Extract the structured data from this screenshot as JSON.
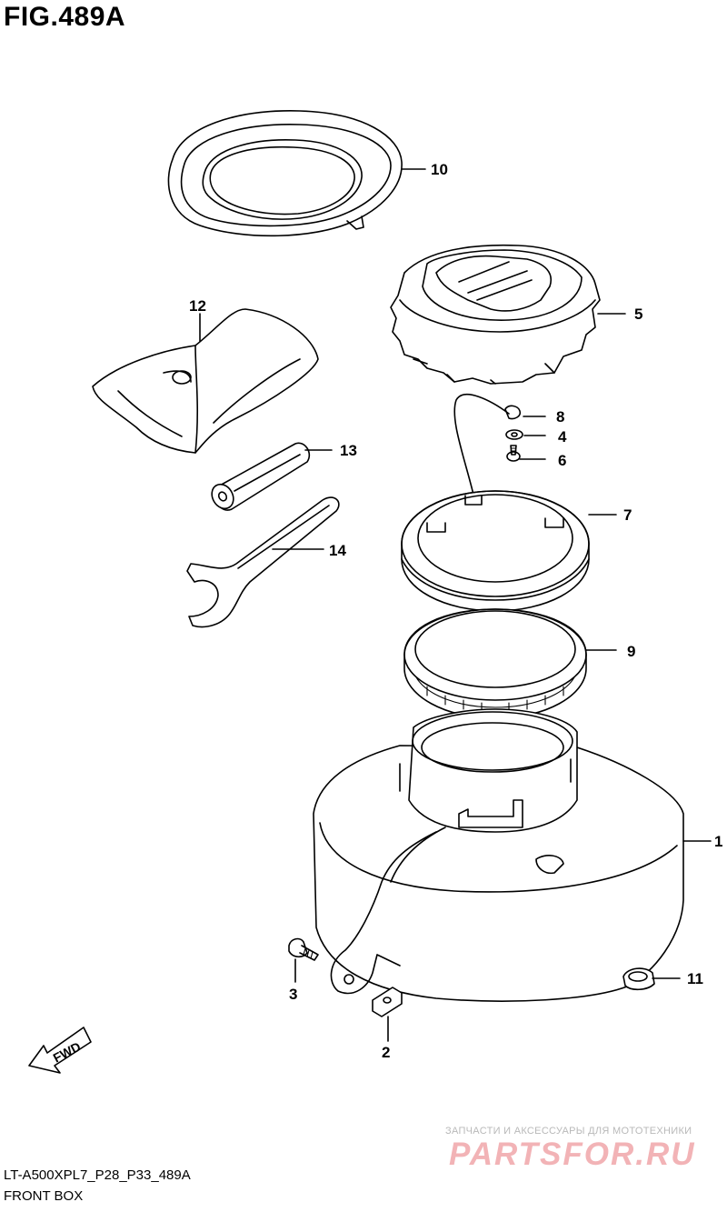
{
  "figure": {
    "title": "FIG.489A",
    "code": "LT-A500XPL7_P28_P33_489A",
    "name": "FRONT BOX"
  },
  "direction_badge": {
    "label": "FWD"
  },
  "callouts": [
    {
      "id": "10",
      "part": "lid-seal-ring"
    },
    {
      "id": "12",
      "part": "tool-bag"
    },
    {
      "id": "5",
      "part": "box-cap"
    },
    {
      "id": "8",
      "part": "cord-end"
    },
    {
      "id": "4",
      "part": "washer"
    },
    {
      "id": "6",
      "part": "screw"
    },
    {
      "id": "13",
      "part": "cylinder"
    },
    {
      "id": "7",
      "part": "cap-ring"
    },
    {
      "id": "14",
      "part": "spanner-wrench"
    },
    {
      "id": "9",
      "part": "gasket-ring"
    },
    {
      "id": "1",
      "part": "front-box"
    },
    {
      "id": "11",
      "part": "grommet-nut"
    },
    {
      "id": "3",
      "part": "bolt"
    },
    {
      "id": "2",
      "part": "clip-nut"
    }
  ],
  "watermark": {
    "tagline": "ЗАПЧАСТИ И АКСЕССУАРЫ ДЛЯ МОТОТЕХНИКИ",
    "logo": "PARTSFOR.RU"
  },
  "colors": {
    "line": "#000000",
    "background": "#ffffff",
    "watermark_logo": "#f2b3b6",
    "watermark_text": "#b9b9b9"
  }
}
